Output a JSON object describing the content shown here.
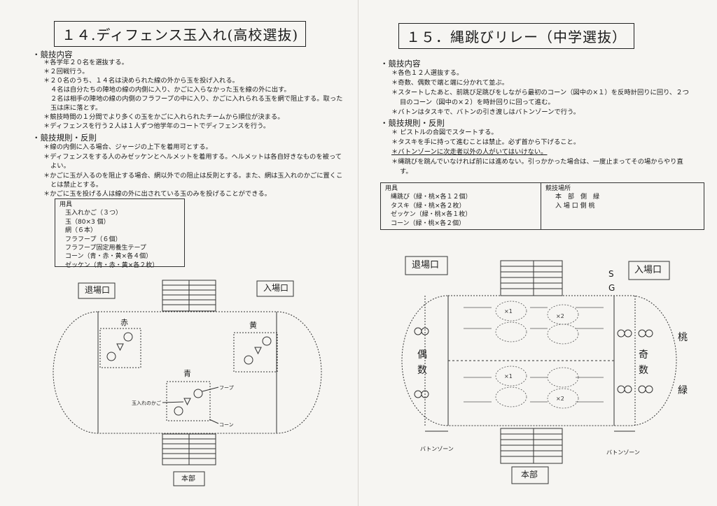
{
  "left": {
    "title": "１４.ディフェンス玉入れ(高校選抜)",
    "section1": "・競技内容",
    "content": [
      "＊各学年２０名を選抜する。",
      "＊２回戦行う。",
      "＊２０名のうち、１４名は決められた線の外から玉を投げ入れる。",
      "４名は自分たちの陣地の線の内側に入り、かごに入らなかった玉を線の外に出す。",
      "２名は相手の陣地の線の内側のフラフープの中に入り、かごに入れられる玉を網で阻止する。取った",
      "玉は床に落とす。",
      "＊競技時間の１分間でより多くの玉をかごに入れられたチームから順位が決まる。",
      "＊ディフェンスを行う２人は１人ずつ他学年のコートでディフェンスを行う。"
    ],
    "section2": "・競技規則・反則",
    "rules": [
      "＊線の内側に入る場合、ジャージの上下を着用可とする。",
      "＊ディフェンスをする人のみゼッケンとヘルメットを着用する。ヘルメットは各自好きなものを被って",
      "よい。",
      "＊かごに玉が入るのを阻止する場合、網以外での阻止は反則とする。また、網は玉入れのかごに置くこ",
      "とは禁止とする。",
      "＊かごに玉を投げる人は線の外に出されている玉のみを投げることができる。"
    ],
    "equipment_title": "用具",
    "equipment": [
      "玉入れかご（３つ）",
      "玉（80×3 個）",
      "網（６本）",
      "フラフープ（６個）",
      "フラフープ固定用養生テープ",
      "コーン（青・赤・黄×各４個）",
      "ゼッケン（青・赤・黄×各２枚）"
    ],
    "diagram": {
      "exit": "退場口",
      "entrance": "入場口",
      "red": "赤",
      "yellow": "黄",
      "blue": "青",
      "hoop": "フープ",
      "basket": "玉入れのかご",
      "cone": "コーン",
      "hq": "本部"
    }
  },
  "right": {
    "title": "１５．縄跳びリレー（中学選抜）",
    "section1": "・競技内容",
    "content": [
      "＊各色１２人選抜する。",
      "＊奇数、偶数で端と端に分かれて並ぶ。",
      "＊スタートしたあと、前跳び足跳びをしながら最初のコーン（図中の×１）を反時計回りに回り、２つ",
      "目のコーン（図中の×２）を時計回りに回って進む。",
      "＊バトンはタスキで、バトンの引き渡しはバトンゾーンで行う。"
    ],
    "section2": "・競技規則・反則",
    "rules": [
      "＊ ピストルの合図でスタートする。",
      "＊タスキを手に持って進むことは禁止。必ず首から下げること。",
      "＊バトンゾーンに次走者以外の人がいてはいけない。",
      "＊縄跳びを跳んでいなければ前には進めない。引っかかった場合は、一度止まってその場からやり直",
      "す。"
    ],
    "equipment_title": "用具",
    "equipment": [
      "縄跳び（緑・桃×各１２個）",
      "タスキ（緑・桃×各２枚）",
      "ゼッケン（緑・桃×各１枚）",
      "コーン（緑・桃×各２個）"
    ],
    "location_title": "競技場所",
    "location": [
      "本　部　側　緑",
      "入 場 口 側 桃"
    ],
    "diagram": {
      "exit": "退場口",
      "entrance": "入場口",
      "s": "S",
      "g": "G",
      "even1": "偶",
      "even2": "数",
      "odd1": "奇",
      "odd2": "数",
      "peach": "桃",
      "green": "緑",
      "baton_zone_l": "バトンゾーン",
      "baton_zone_r": "バトンゾーン",
      "hq": "本部",
      "x1": "×1",
      "x2": "×2"
    }
  }
}
